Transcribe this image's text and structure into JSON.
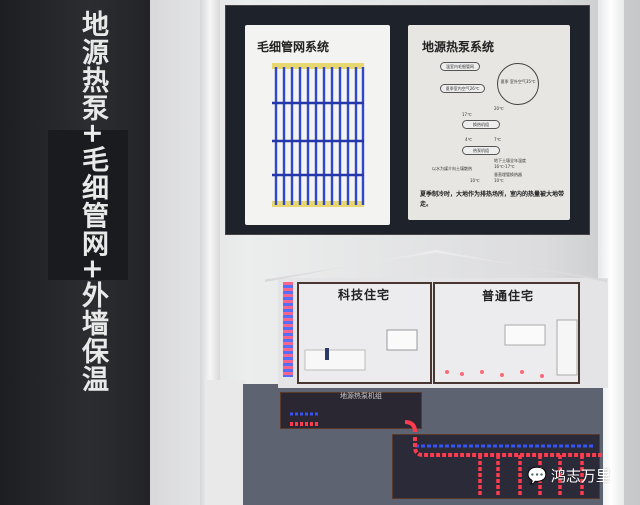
{
  "left_panel": {
    "title": "地源热泵+毛细管网+外墙保温"
  },
  "board": {
    "card1": {
      "title": "毛细管网系统"
    },
    "card2": {
      "title": "地源热泵系统",
      "boxes": [
        "溫室内毛细管网",
        "夏季室内空气26℃",
        "换热机组",
        "热泵机组"
      ],
      "sun_label": "夏季 室外空气35℃",
      "temps": [
        "17℃",
        "20℃",
        "4℃",
        "7℃",
        "10℃",
        "10℃"
      ],
      "side_labels": [
        "地下土壤全年温度 16℃-17℃",
        "以水为媒介向土壤散热",
        "垂直埋管换热器"
      ],
      "note": "夏季制冷时，大地作为排热场所，室内的热量被大地带走。"
    }
  },
  "model": {
    "room1": "科技住宅",
    "room2": "普通住宅",
    "ground_label": "地源热泵机组"
  },
  "watermark": {
    "text": "鸿志万里",
    "icon": "wechat-icon"
  },
  "colors": {
    "led_red": "#ff3b4e",
    "led_blue": "#2f4bff",
    "pipe_blue": "#3653f5"
  }
}
